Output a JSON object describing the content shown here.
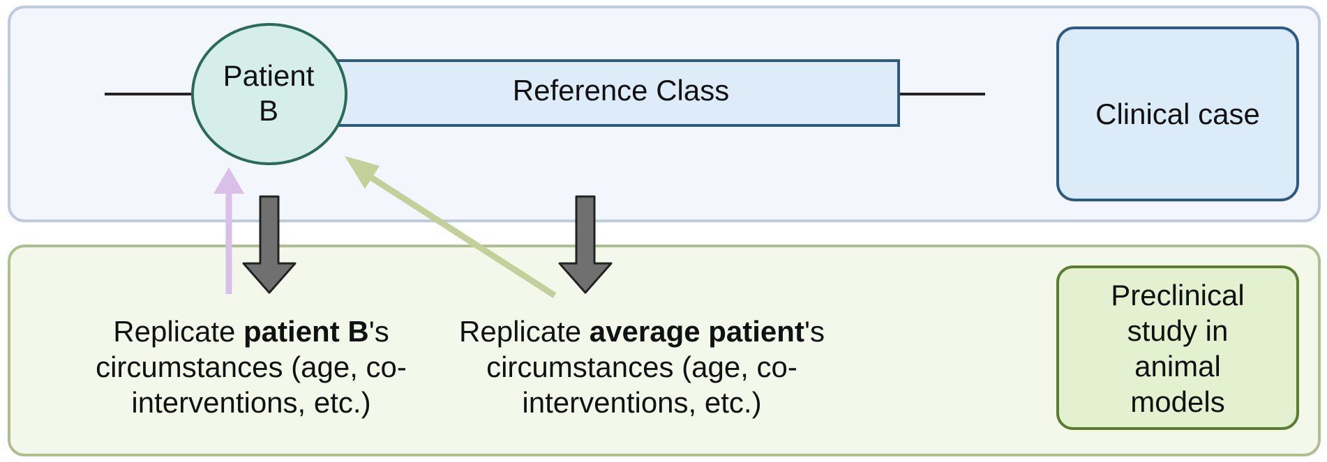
{
  "patient": {
    "line1": "Patient",
    "line2": "B"
  },
  "reference_class": "Reference Class",
  "clinical_case": "Clinical case",
  "preclinical": {
    "line1": "Preclinical",
    "line2": "study in",
    "line3": "animal",
    "line4": "models"
  },
  "replicate_b": {
    "prefix": "Replicate ",
    "bold": "patient B",
    "suffix": "'s",
    "line2": "circumstances (age, co-",
    "line3": "interventions,  etc.)"
  },
  "replicate_avg": {
    "prefix": "Replicate ",
    "bold": "average patient",
    "suffix": "'s",
    "line2": "circumstances (age, co-",
    "line3": "interventions,  etc.)"
  },
  "colors": {
    "clinical_panel_fill": "#f3f6fc",
    "clinical_panel_stroke": "#bccbe0",
    "preclinical_panel_fill": "#f3f8ea",
    "preclinical_panel_stroke": "#aebf8e",
    "clinical_box_fill": "#dcebf8",
    "clinical_box_stroke": "#2e5a82",
    "preclinical_box_fill": "#e4f1d1",
    "preclinical_box_stroke": "#5b7d2e",
    "patient_fill": "#d5eeea",
    "patient_stroke": "#2a6a58",
    "refclass_fill": "#deebf8",
    "refclass_stroke": "#2e5a82",
    "down_arrow_fill": "#707070",
    "up_arrow_color": "#d9c0e8",
    "diag_arrow_color": "#c3d09a"
  }
}
